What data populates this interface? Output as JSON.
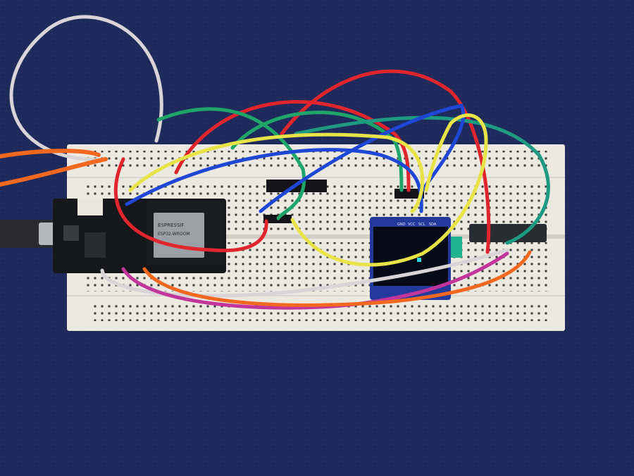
{
  "scene": {
    "background_color": "#1f2a5c",
    "breadboard_color": "#ece9e1",
    "board": {
      "pcb_color": "#16171b",
      "module_color": "#1b1c20",
      "shield_color": "#9aa0a6",
      "markings": [
        "ESPRESSIF",
        "ESP32-WROOM"
      ]
    },
    "oled": {
      "pcb_color": "#233a9c",
      "screen_color": "#070b18",
      "pixel_color": "#2fd7e0",
      "pin_labels": [
        "GND",
        "VCC",
        "SCL",
        "SDA"
      ]
    },
    "wire_colors": {
      "red": "#e0262c",
      "green": "#1fa56a",
      "blue": "#1f47d6",
      "yellow": "#e8e347",
      "orange": "#f2681f",
      "white": "#d8d4d8",
      "magenta": "#c2369c",
      "teal": "#1e9a82"
    }
  }
}
